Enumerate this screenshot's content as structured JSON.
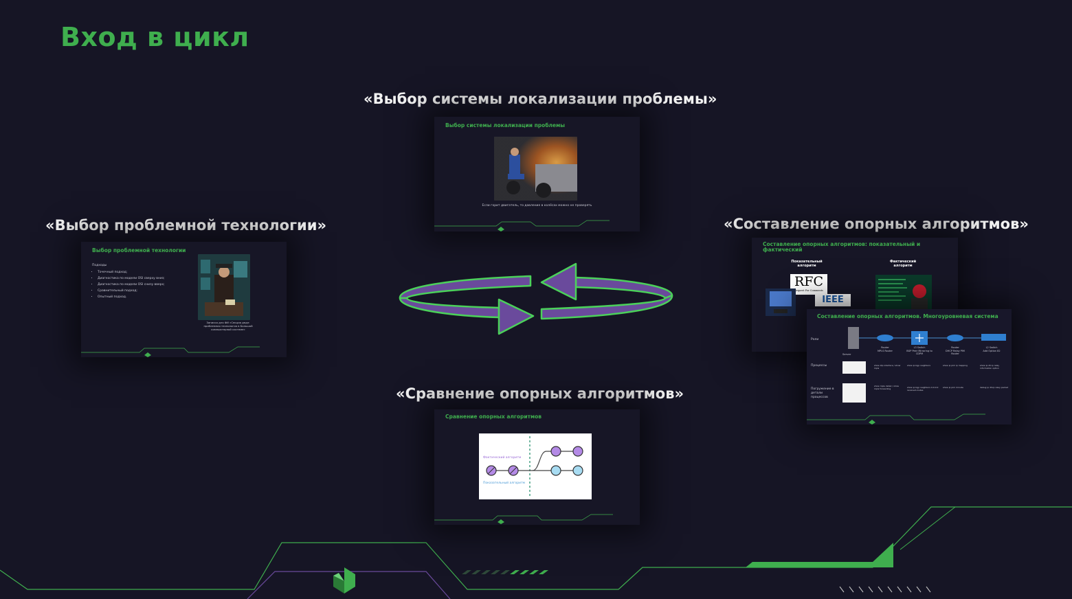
{
  "title": "Вход в цикл",
  "captions": {
    "top": "«Выбор системы локализации проблемы»",
    "left": "«Выбор проблемной технологии»",
    "right": "«Составление опорных алгоритмов»",
    "bottom": "«Сравнение опорных алгоритмов»"
  },
  "thumb_top": {
    "title": "Выбор системы локализации проблемы",
    "caption": "Если горит двигатель, то давление в колёсах можно не проверять"
  },
  "thumb_left": {
    "title": "Выбор проблемной технологии",
    "subtitle": "Подходы",
    "items": [
      "Точечный подход;",
      "Диагностика по модели OSI сверху вниз;",
      "Диагностика по модели OSI снизу вверх;",
      "Сравнительный подход;",
      "Опытный подход."
    ],
    "photo_caption": "Записка для ФИ «Секция дедл: проблемная технология в Большой компьютерной системе»"
  },
  "thumb_right_back": {
    "title": "Составление опорных алгоритмов: показательный и фактический",
    "col1": "Показательный алгоритм",
    "col2": "Фактический алгоритм",
    "rfc": "RFC",
    "rfc_sub": "Request For Comments",
    "ieee": "IEEE"
  },
  "thumb_right_front": {
    "title": "Составление опорных алгоритмов. Многоуровневая система",
    "rows": [
      "Роли",
      "Процессы",
      "Погружение в детали процессов"
    ],
    "devices": [
      {
        "name": "Server"
      },
      {
        "name": "Router",
        "sub": "MPLS Router"
      },
      {
        "name": "L3 Switch",
        "sub": "BGP Peer Mirroring to CDPM"
      },
      {
        "name": "Router",
        "sub": "DHCP Relay PIM Router"
      },
      {
        "name": "L2 Switch",
        "sub": "Add Option 82"
      }
    ],
    "cmds": [
      "show ldp interface / show mpls",
      "show ip bgp neighbors",
      "show ip pim ip mapping",
      "show ip dhcp relay information option"
    ],
    "cmds2": [
      "show mpls detail / show mpls forwarding",
      "show ip bgp neighbors 0.0.0.0 received-routes",
      "show ip pim mroute",
      "debug ip dhcp relay packet"
    ]
  },
  "thumb_bottom": {
    "title": "Сравнение опорных алгоритмов",
    "label_fact": "Фактический алгоритм",
    "label_show": "Показательный алгоритм"
  },
  "colors": {
    "accent": "#3fae4e",
    "arrow_fill": "#6a4a9c",
    "arrow_stroke": "#4bd15a",
    "purple_node": "#b48ae6",
    "blue_node": "#a8dcf2"
  },
  "icons": [
    "cycle-arrows-icon",
    "brand-logo-icon"
  ]
}
